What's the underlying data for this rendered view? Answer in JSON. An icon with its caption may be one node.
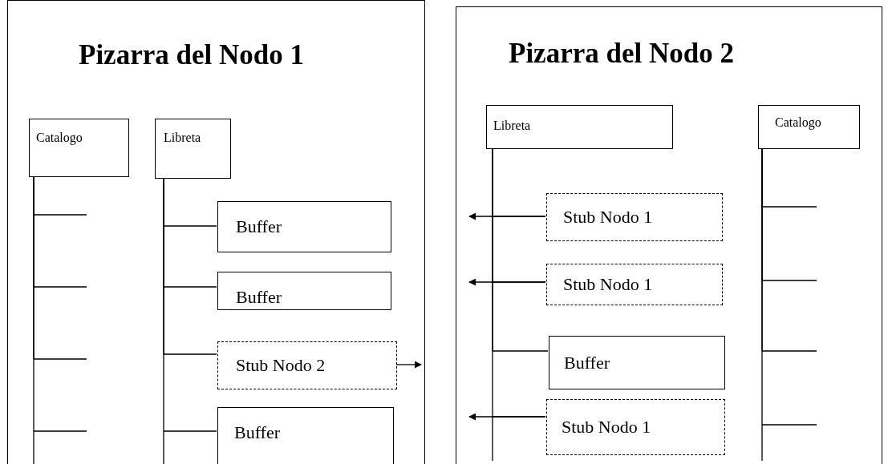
{
  "diagram": {
    "nodes": [
      {
        "text": [
          "Pizarra del Nodo 1"
        ]
      },
      {
        "text": [
          "Catalogo"
        ],
        "in": 0
      },
      {
        "text": [
          "Libreta"
        ],
        "in": 0
      },
      {
        "text": [
          "Buffer"
        ],
        "in": 0
      },
      {
        "text": [
          "Buffer"
        ],
        "in": 0
      },
      {
        "text": [
          "Stub Nodo 2"
        ],
        "in": 0
      },
      {
        "text": [
          "Buffer"
        ],
        "in": 0
      },
      {
        "text": [
          "Pizarra del Nodo 2"
        ]
      },
      {
        "text": [
          "Libreta"
        ],
        "in": 7
      },
      {
        "text": [
          "Catalogo"
        ],
        "in": 7
      },
      {
        "text": [
          "Stub Nodo 1"
        ],
        "in": 7
      },
      {
        "text": [
          "Stub Nodo 1"
        ],
        "in": 7
      },
      {
        "text": [
          "Buffer"
        ],
        "in": 7
      },
      {
        "text": [
          "Stub Nodo 1"
        ],
        "in": 7
      }
    ],
    "edges": [
      {
        "from": 1,
        "to": null,
        "arrow": "none"
      },
      {
        "from": 1,
        "to": null,
        "arrow": "none"
      },
      {
        "from": 1,
        "to": null,
        "arrow": "none"
      },
      {
        "from": 1,
        "to": null,
        "arrow": "none"
      },
      {
        "from": 2,
        "to": 3,
        "arrow": "none"
      },
      {
        "from": 2,
        "to": 4,
        "arrow": "none"
      },
      {
        "from": 2,
        "to": 5,
        "arrow": "none"
      },
      {
        "from": 2,
        "to": 6,
        "arrow": "none"
      },
      {
        "from": 5,
        "to": null,
        "arrow": "to"
      },
      {
        "from": 8,
        "to": 10,
        "arrow": "none"
      },
      {
        "from": 8,
        "to": 11,
        "arrow": "none"
      },
      {
        "from": 8,
        "to": 12,
        "arrow": "none"
      },
      {
        "from": 8,
        "to": 13,
        "arrow": "none"
      },
      {
        "from": 10,
        "to": null,
        "arrow": "to"
      },
      {
        "from": 11,
        "to": null,
        "arrow": "to"
      },
      {
        "from": 13,
        "to": null,
        "arrow": "to"
      },
      {
        "from": 9,
        "to": null,
        "arrow": "none"
      },
      {
        "from": 9,
        "to": null,
        "arrow": "none"
      },
      {
        "from": 9,
        "to": null,
        "arrow": "none"
      },
      {
        "from": 9,
        "to": null,
        "arrow": "none"
      }
    ]
  }
}
